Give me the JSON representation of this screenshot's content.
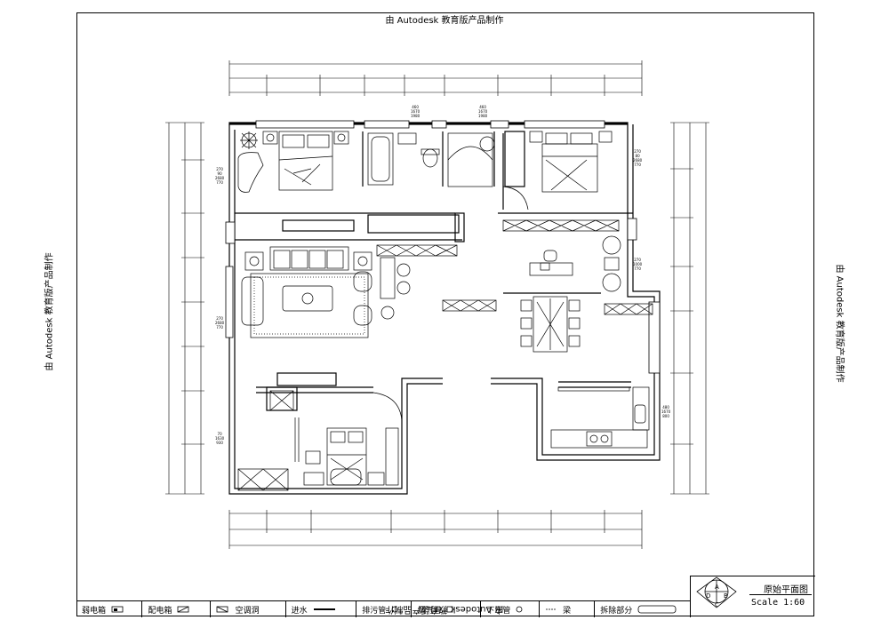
{
  "watermark": "由 Autodesk 教育版产品制作",
  "title_block": {
    "drawing_title": "原始平面图",
    "scale": "Scale  1:60",
    "badge_letters": [
      "A",
      "B",
      "C",
      "D"
    ]
  },
  "legend": [
    {
      "label": "弱电箱",
      "symbol": "weak-box-icon"
    },
    {
      "label": "配电箱",
      "symbol": "distribution-box-icon"
    },
    {
      "label": "空调洞",
      "symbol": "ac-hole-icon"
    },
    {
      "label": "进水",
      "symbol": "water-in-line-icon"
    },
    {
      "label": "排污管",
      "symbol": "sewage-pipe-icon"
    },
    {
      "label": "烟气管",
      "symbol": "flue-pipe-icon"
    },
    {
      "label": "下水管",
      "symbol": "drain-pipe-icon"
    },
    {
      "label": "梁",
      "symbol": "beam-icon"
    },
    {
      "label": "拆除部分",
      "symbol": "demolition-icon"
    }
  ],
  "dimension_notes": [
    {
      "lines": [
        "460",
        "1670",
        "1980"
      ]
    },
    {
      "lines": [
        "460",
        "1670",
        "1980"
      ]
    },
    {
      "lines": [
        "270",
        "90",
        "2680",
        "770"
      ]
    },
    {
      "lines": [
        "270",
        "80",
        "2680",
        "770"
      ]
    },
    {
      "lines": [
        "270",
        "1000",
        "770"
      ]
    },
    {
      "lines": [
        "270",
        "2680",
        "770"
      ]
    },
    {
      "lines": [
        "70",
        "1630",
        "930"
      ]
    },
    {
      "lines": [
        "480",
        "1670",
        "800"
      ]
    }
  ]
}
